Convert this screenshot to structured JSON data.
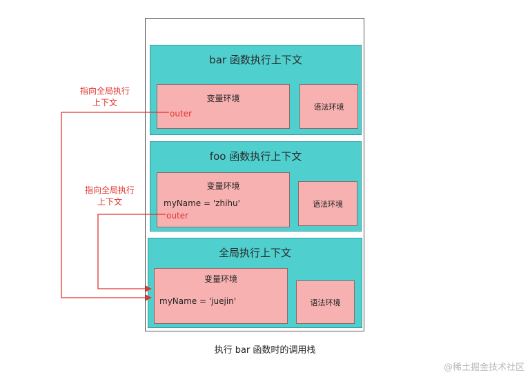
{
  "contexts": {
    "bar": {
      "title": "bar 函数执行上下文",
      "var_env_title": "变量环境",
      "outer_label": "outer",
      "lex_env_title": "语法环境"
    },
    "foo": {
      "title": "foo 函数执行上下文",
      "var_env_title": "变量环境",
      "variable": "myName = 'zhihu'",
      "outer_label": "outer",
      "lex_env_title": "语法环境"
    },
    "global": {
      "title": "全局执行上下文",
      "var_env_title": "变量环境",
      "variable": "myName = 'juejin'",
      "lex_env_title": "语法环境"
    }
  },
  "annotations": {
    "bar_outer": [
      "指向全局执行",
      "上下文"
    ],
    "foo_outer": [
      "指向全局执行",
      "上下文"
    ]
  },
  "caption": "执行 bar 函数时的调用栈",
  "watermark": "@稀土掘金技术社区",
  "colors": {
    "context_bg": "#4fd0cf",
    "env_bg": "#f8b1b1",
    "arrow": "#e0342e"
  }
}
